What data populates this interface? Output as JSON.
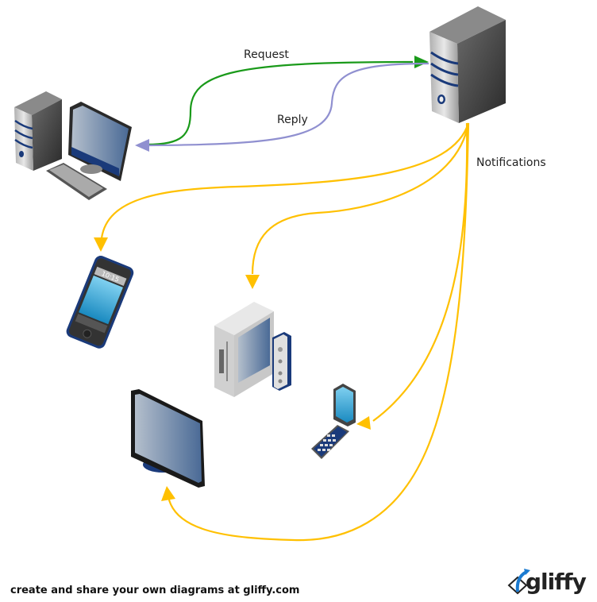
{
  "diagram": {
    "nodes": [
      {
        "id": "server",
        "name": "Server",
        "icon": "server-tower-icon"
      },
      {
        "id": "desktop",
        "name": "Desktop computer",
        "icon": "desktop-computer-icon"
      },
      {
        "id": "smartphone",
        "name": "Smartphone",
        "icon": "smartphone-icon",
        "screen_text": "10:15"
      },
      {
        "id": "game-console",
        "name": "Game console",
        "icon": "game-console-icon"
      },
      {
        "id": "flip-phone",
        "name": "Flip phone",
        "icon": "flip-phone-icon"
      },
      {
        "id": "tv",
        "name": "Flat screen TV",
        "icon": "flat-screen-tv-icon"
      }
    ],
    "edges": [
      {
        "from": "desktop",
        "to": "server",
        "label": "Request",
        "color": "#1a9a1a"
      },
      {
        "from": "server",
        "to": "desktop",
        "label": "Reply",
        "color": "#9090d0"
      },
      {
        "from": "server",
        "to": "smartphone",
        "label": "Notifications",
        "color": "#ffc000"
      },
      {
        "from": "server",
        "to": "game-console",
        "label": "",
        "color": "#ffc000"
      },
      {
        "from": "server",
        "to": "flip-phone",
        "label": "",
        "color": "#ffc000"
      },
      {
        "from": "server",
        "to": "tv",
        "label": "",
        "color": "#ffc000"
      }
    ],
    "labels": {
      "request": "Request",
      "reply": "Reply",
      "notifications": "Notifications"
    }
  },
  "footer": {
    "text": "create and share your own diagrams at gliffy.com",
    "logo_text": "gliffy"
  },
  "colors": {
    "request": "#1a9a1a",
    "reply": "#9090d0",
    "notification": "#ffc000",
    "device_blue": "#1a3a7a"
  }
}
